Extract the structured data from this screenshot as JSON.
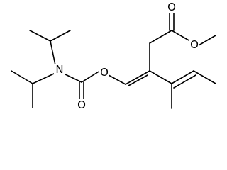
{
  "molecule": {
    "atoms": {
      "carbonyl_oxygen_ester": "O",
      "methoxy_oxygen": "O",
      "nitrogen": "N",
      "carbonyl_oxygen_carbamate": "O",
      "enol_oxygen": "O"
    },
    "colors": {
      "bond": "#000000",
      "label": "#000000",
      "background": "#ffffff"
    }
  }
}
